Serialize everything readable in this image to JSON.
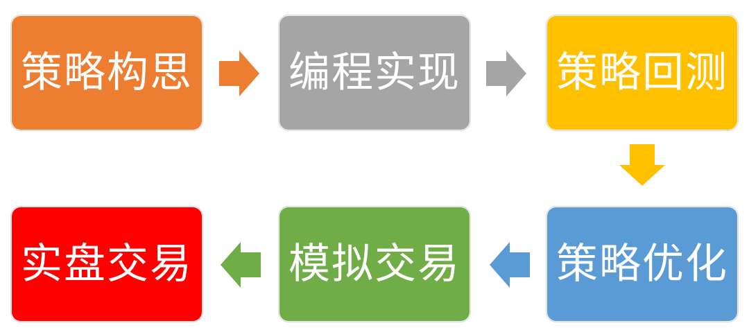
{
  "steps": {
    "strategy_concept": {
      "label": "策略构思",
      "color": "#ED7D31"
    },
    "coding": {
      "label": "编程实现",
      "color": "#A5A5A5"
    },
    "backtest": {
      "label": "策略回测",
      "color": "#FFC000"
    },
    "optimize": {
      "label": "策略优化",
      "color": "#5B9BD5"
    },
    "simulated_trading": {
      "label": "模拟交易",
      "color": "#70AD47"
    },
    "live_trading": {
      "label": "实盘交易",
      "color": "#FF0000"
    }
  },
  "arrows": [
    {
      "from": "策略构思",
      "to": "编程实现",
      "direction": "right",
      "color": "#ED7D31"
    },
    {
      "from": "编程实现",
      "to": "策略回测",
      "direction": "right",
      "color": "#A5A5A5"
    },
    {
      "from": "策略回测",
      "to": "策略优化",
      "direction": "down",
      "color": "#FFC000"
    },
    {
      "from": "策略优化",
      "to": "模拟交易",
      "direction": "left",
      "color": "#5B9BD5"
    },
    {
      "from": "模拟交易",
      "to": "实盘交易",
      "direction": "left",
      "color": "#70AD47"
    }
  ]
}
